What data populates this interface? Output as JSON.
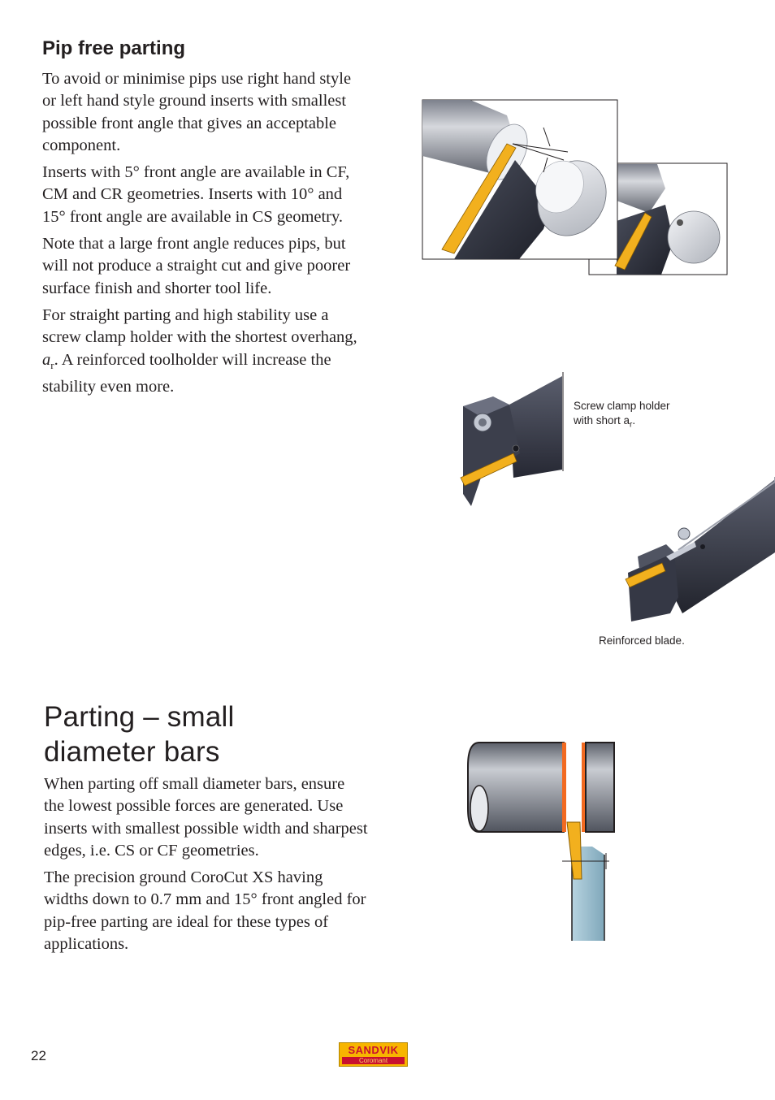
{
  "section1": {
    "heading": "Pip free parting",
    "paragraphs": [
      "To avoid or minimise pips use right hand style or left hand style ground inserts with smallest possible front angle that gives an acceptable component.",
      "Inserts with 5° front angle are available in CF, CM and CR geometries. Inserts with 10° and 15° front angle are available in CS geometry.",
      "Note that a large front angle reduces pips, but will not produce a straight cut and give poorer surface finish and shorter tool life."
    ],
    "para4_before": "For straight parting and high stability use a screw clamp holder with the shortest overhang, ",
    "para4_var": "a",
    "para4_sub": "r",
    "para4_after": ". A reinforced toolholder will increase the stability even more."
  },
  "captions": {
    "screw_clamp_line1": "Screw clamp holder",
    "screw_clamp_line2": "with short a",
    "screw_clamp_sub": "r",
    "screw_clamp_end": ".",
    "reinforced_blade": "Reinforced blade."
  },
  "section2": {
    "heading_line1": "Parting – small",
    "heading_line2": "diameter bars",
    "paragraphs": [
      "When parting off small diameter bars, ensure the lowest possible forces are generated. Use inserts with smallest possible width and sharpest edges, i.e. CS or CF geometries.",
      "The precision ground CoroCut XS having widths down to 0.7 mm and 15° front angled for pip-free parting are ideal for these types of applications."
    ]
  },
  "footer": {
    "page_number": "22",
    "logo_top": "SANDVIK",
    "logo_bottom": "Coromant"
  },
  "colors": {
    "insert_gold": "#f2b01e",
    "holder_dark": "#2f3240",
    "bar_grey": "#9fa3ad",
    "cut_orange": "#f26a21",
    "blade_blue": "#9bbfd0"
  }
}
